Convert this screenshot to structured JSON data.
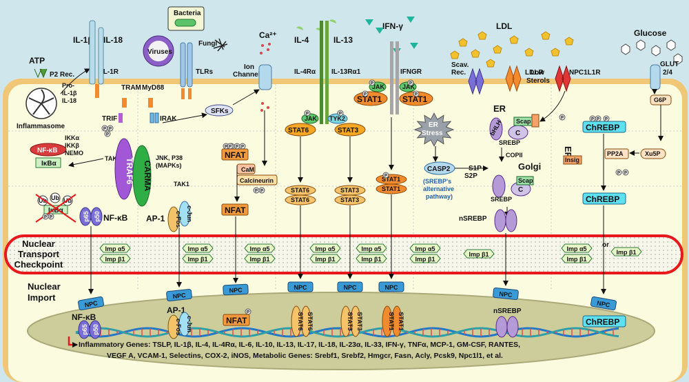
{
  "extracellular": {
    "atp": "ATP",
    "p2_rec": "P2 Rec.",
    "il1b": "IL-1β",
    "il18": "IL-18",
    "il1r": "IL-1R",
    "bacteria": "Bacteria",
    "viruses": "Viruses",
    "fungi": "Fungi",
    "tlrs": "TLRs",
    "ca2": "Ca²⁺",
    "ion_channel_1": "Ion",
    "ion_channel_2": "Channel",
    "il4": "IL-4",
    "il13": "IL-13",
    "il4ra": "IL-4Rα",
    "il13ra1": "IL-13Rα1",
    "ifng": "IFN-γ",
    "ifngr": "IFNGR",
    "ldl": "LDL",
    "scav_rec_1": "Scav.",
    "scav_rec_2": "Rec.",
    "ldlr": "LDLR",
    "npc1l1r": "NPC1L1R",
    "glucose": "Glucose",
    "glut_1": "GLUT",
    "glut_2": "2/4"
  },
  "cytoplasm": {
    "pro_il1b_1": "Pro-",
    "pro_il1b_2": "IL-1β",
    "pro_il18": "IL-18",
    "inflammasome": "Inflammasome",
    "tram": "TRAM",
    "myd88": "MyD88",
    "trif": "TRIF",
    "irak": "IRAK",
    "sfks": "SFKs",
    "nfkb": "NF-κB",
    "ikba": "IκBα",
    "ikka": "IKKα",
    "ikkb": "IKKβ",
    "nemo": "NEMO",
    "tak1_a": "TAK1",
    "traf6": "TRAF6",
    "carma": "CARMA",
    "jnk": "JNK, P38",
    "mapks": "(MAPKs)",
    "tak1_b": "TAK1",
    "ub": "Ub",
    "p65": "p65",
    "p50": "p50",
    "nfkb_dimer": "NF-κB",
    "ap1": "AP-1",
    "cjun": "c-Jun",
    "cfos": "c-Fos",
    "nfat": "NFAT",
    "cam": "CaM",
    "calcineurin": "Calcineurin",
    "jak": "JAK",
    "tyk2": "TYK2",
    "stat6": "STAT6",
    "stat3": "STAT3",
    "stat1": "STAT1",
    "p": "P",
    "er_stress_1": "ER",
    "er_stress_2": "Stress",
    "casp2": "CASP2",
    "s1p": "S1P",
    "s2p": "S2P",
    "srebp_alt_1": "(SREBP's",
    "srebp_alt_2": "alternative",
    "srebp_alt_3": "pathway)",
    "er": "ER",
    "bhlh": "bHLH",
    "c": "C",
    "scap": "Scap",
    "insig": "Insig",
    "srebp": "SREBP",
    "copii": "COPII",
    "golgi": "Golgi",
    "nsrebp": "nSREBP",
    "low_sterols_1": "Low",
    "low_sterols_2": "Sterols",
    "g6p": "G6P",
    "chrebp": "ChREBP",
    "pp2a": "PP2A",
    "xu5p": "Xu5P"
  },
  "checkpoint": {
    "title_1": "Nuclear",
    "title_2": "Transport",
    "title_3": "Checkpoint",
    "imp_a5": "Imp α5",
    "imp_b1": "Imp β1",
    "or": "or"
  },
  "nucleus": {
    "nuclear_import_1": "Nuclear",
    "nuclear_import_2": "Import",
    "npc": "NPC",
    "genes_line1": "Inflammatory Genes: TSLP, IL-1β, IL-4, IL-4Rα, IL-6, IL-10, IL-13, IL-17, IL-18, IL-23α, IL-33, IFN-γ, TNFα, MCP-1, GM-CSF, RANTES,",
    "genes_line2": "VEGF A, VCAM-1, Selectins, COX-2, iNOS, Metabolic Genes: Srebf1, Srebf2, Hmgcr, Fasn, Acly, Pcsk9, Npc1l1, et al."
  },
  "colors": {
    "background": "#cfe6ec",
    "cell": "#fbfbe0",
    "membrane": "#e7c37a",
    "nucleus": "#cfcf9e",
    "checkpoint": "#e8181c",
    "stat_orange": "#f5a623",
    "nfat_orange": "#f59a3c",
    "traf6_purple": "#9b4fcf",
    "carma_green": "#38b54a",
    "chrebp_cyan": "#5ee0f0"
  }
}
